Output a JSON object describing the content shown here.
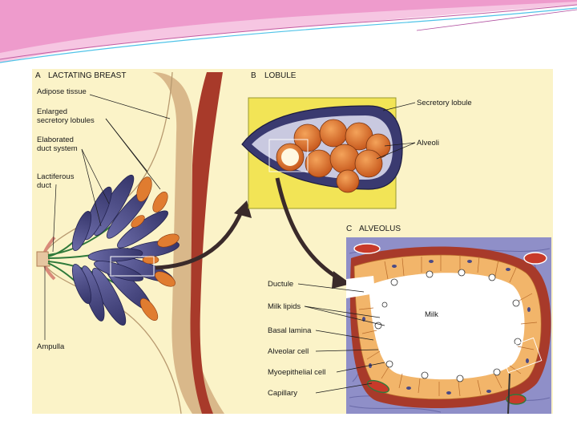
{
  "colors": {
    "header_pink": "#e879b9",
    "header_cyan": "#4fc3e8",
    "background_cream": "#fbf3c8",
    "gland_purple": "#4a4a86",
    "alveolus_orange": "#e07c30",
    "muscle_red": "#a83a2a",
    "cell_peach": "#f2b56a"
  },
  "panels": {
    "a": {
      "letter": "A",
      "title": "LACTATING BREAST"
    },
    "b": {
      "letter": "B",
      "title": "LOBULE"
    },
    "c": {
      "letter": "C",
      "title": "ALVEOLUS"
    }
  },
  "labels": {
    "adipose": "Adipose tissue",
    "enlarged_1": "Enlarged",
    "enlarged_2": "secretory lobules",
    "elaborated_1": "Elaborated",
    "elaborated_2": "duct system",
    "lactiferous_1": "Lactiferous",
    "lactiferous_2": "duct",
    "ampulla": "Ampulla",
    "secretory_lobule": "Secretory lobule",
    "alveoli": "Alveoli",
    "ductule": "Ductule",
    "milk_lipids": "Milk lipids",
    "basal_lamina": "Basal lamina",
    "alveolar_cell": "Alveolar cell",
    "myoepithelial_cell": "Myoepithelial cell",
    "capillary": "Capillary",
    "milk": "Milk"
  }
}
